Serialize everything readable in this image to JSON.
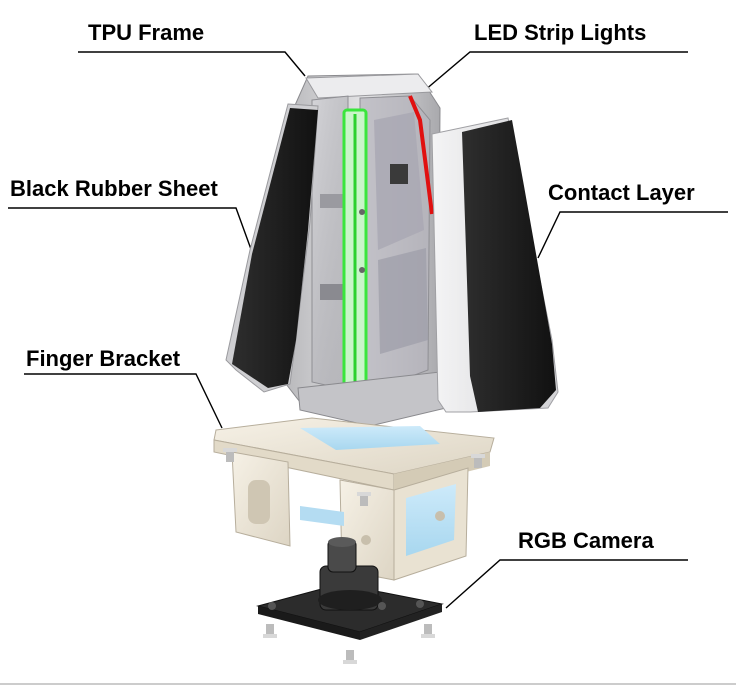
{
  "labels": {
    "tpu_frame": "TPU Frame",
    "led_strip_lights": "LED Strip Lights",
    "black_rubber_sheet": "Black Rubber Sheet",
    "contact_layer": "Contact Layer",
    "finger_bracket": "Finger Bracket",
    "rgb_camera": "RGB Camera"
  },
  "colors": {
    "led_green": "#39e63c",
    "led_red": "#e01010",
    "rubber_sheet": "#1e1e1e",
    "frame_silver": "#c9c9cc",
    "bracket_cream": "#efe9dc",
    "camera_window_blue": "#bfe3f5",
    "camera_base": "#2a2a2a"
  }
}
